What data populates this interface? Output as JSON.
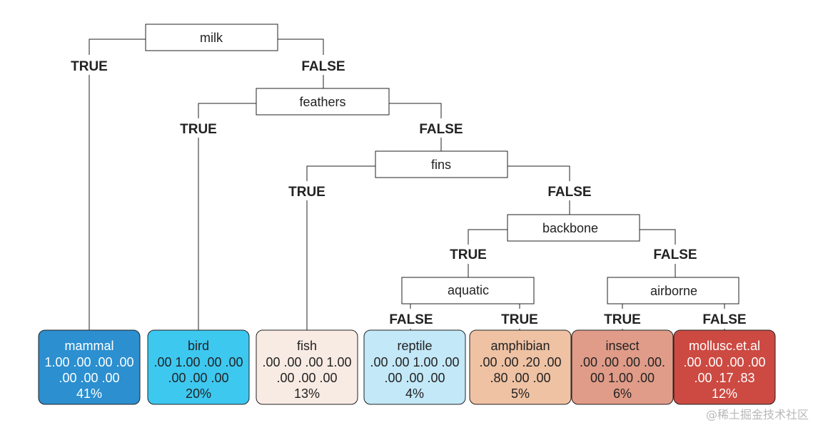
{
  "splits": {
    "milk": "milk",
    "feathers": "feathers",
    "fins": "fins",
    "backbone": "backbone",
    "aquatic": "aquatic",
    "airborne": "airborne"
  },
  "branch_labels": {
    "milk_yes": "TRUE",
    "milk_no": "FALSE",
    "feathers_yes": "TRUE",
    "feathers_no": "FALSE",
    "fins_yes": "TRUE",
    "fins_no": "FALSE",
    "backbone_yes": "TRUE",
    "backbone_no": "FALSE",
    "aquatic_left": "FALSE",
    "aquatic_right": "TRUE",
    "airborne_left": "TRUE",
    "airborne_right": "FALSE"
  },
  "leaves": [
    {
      "class": "mammal",
      "line1": "1.00 .00 .00 .00",
      "line2": ".00 .00 .00",
      "pct": "41%",
      "fill": "#2b8fd0",
      "text": "#ffffff"
    },
    {
      "class": "bird",
      "line1": ".00 1.00 .00 .00",
      "line2": ".00 .00 .00",
      "pct": "20%",
      "fill": "#3dc8f0",
      "text": "#222222"
    },
    {
      "class": "fish",
      "line1": ".00 .00 .00 1.00",
      "line2": ".00 .00 .00",
      "pct": "13%",
      "fill": "#f8ebe3",
      "text": "#222222"
    },
    {
      "class": "reptile",
      "line1": ".00 .00 1.00 .00",
      "line2": ".00 .00 .00",
      "pct": "4%",
      "fill": "#c3e8f8",
      "text": "#222222"
    },
    {
      "class": "amphibian",
      "line1": ".00 .00 .20 .00",
      "line2": ".80 .00 .00",
      "pct": "5%",
      "fill": "#efc2a4",
      "text": "#222222"
    },
    {
      "class": "insect",
      "line1": ".00 .00 .00 .00.",
      "line2": "00 1.00 .00",
      "pct": "6%",
      "fill": "#e09c88",
      "text": "#222222"
    },
    {
      "class": "mollusc.et.al",
      "line1": ".00 .00 .00 .00",
      "line2": ".00 .17 .83",
      "pct": "12%",
      "fill": "#cc4a42",
      "text": "#ffffff"
    }
  ],
  "watermark": "@稀土掘金技术社区"
}
